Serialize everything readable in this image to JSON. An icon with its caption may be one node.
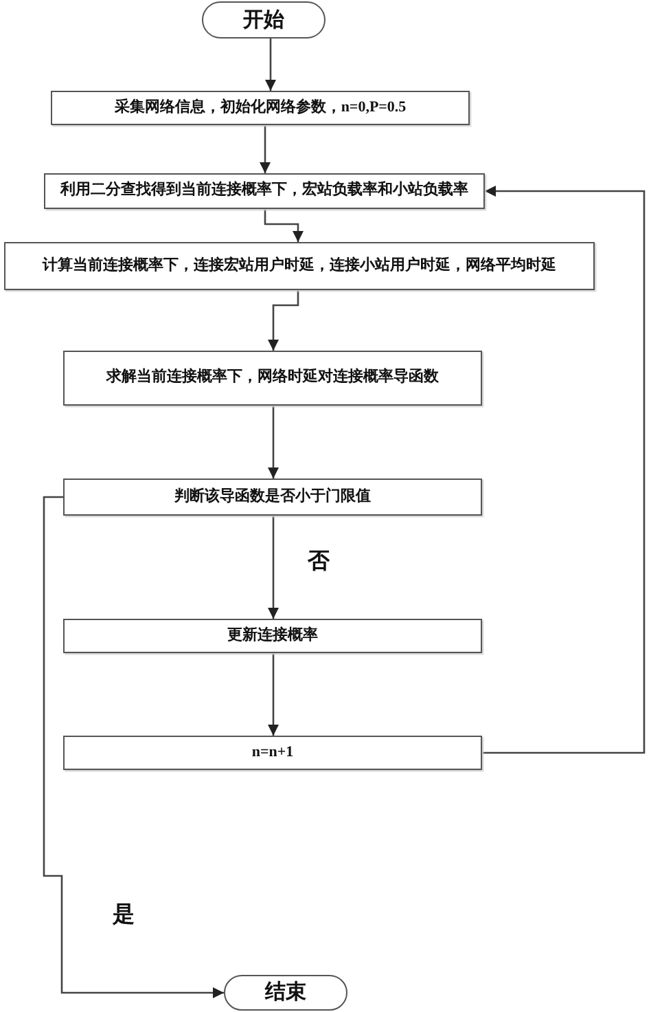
{
  "diagram": {
    "nodes": [
      {
        "text": [
          "开始"
        ]
      },
      {
        "text": [
          "采集网络信息，初始化网络参数，n=0,P=0.5"
        ]
      },
      {
        "text": [
          "利用二分查找得到当前连接概率下，宏站负载率和小站负载率"
        ]
      },
      {
        "text": [
          "计算当前连接概率下，连接宏站用户时延，连接小站用户时延，网络平均时延"
        ]
      },
      {
        "text": [
          "求解当前连接概率下，网络时延对连接概率导函数"
        ]
      },
      {
        "text": [
          "判断该导函数是否小于门限值"
        ]
      },
      {
        "text": [
          "更新连接概率"
        ]
      },
      {
        "text": [
          "n=n+1"
        ]
      },
      {
        "text": [
          "结束"
        ]
      }
    ],
    "edges": [
      {
        "from": 0,
        "to": 1,
        "arrow": "to"
      },
      {
        "from": 1,
        "to": 2,
        "arrow": "to"
      },
      {
        "from": 2,
        "to": 3,
        "arrow": "to"
      },
      {
        "from": 3,
        "to": 4,
        "arrow": "to"
      },
      {
        "from": 4,
        "to": 5,
        "arrow": "to"
      },
      {
        "from": 5,
        "to": 6,
        "arrow": "to",
        "label": "否"
      },
      {
        "from": 6,
        "to": 7,
        "arrow": "to"
      },
      {
        "from": 7,
        "to": 2,
        "arrow": "to"
      },
      {
        "from": 5,
        "to": 8,
        "arrow": "to",
        "label": "是"
      }
    ]
  }
}
